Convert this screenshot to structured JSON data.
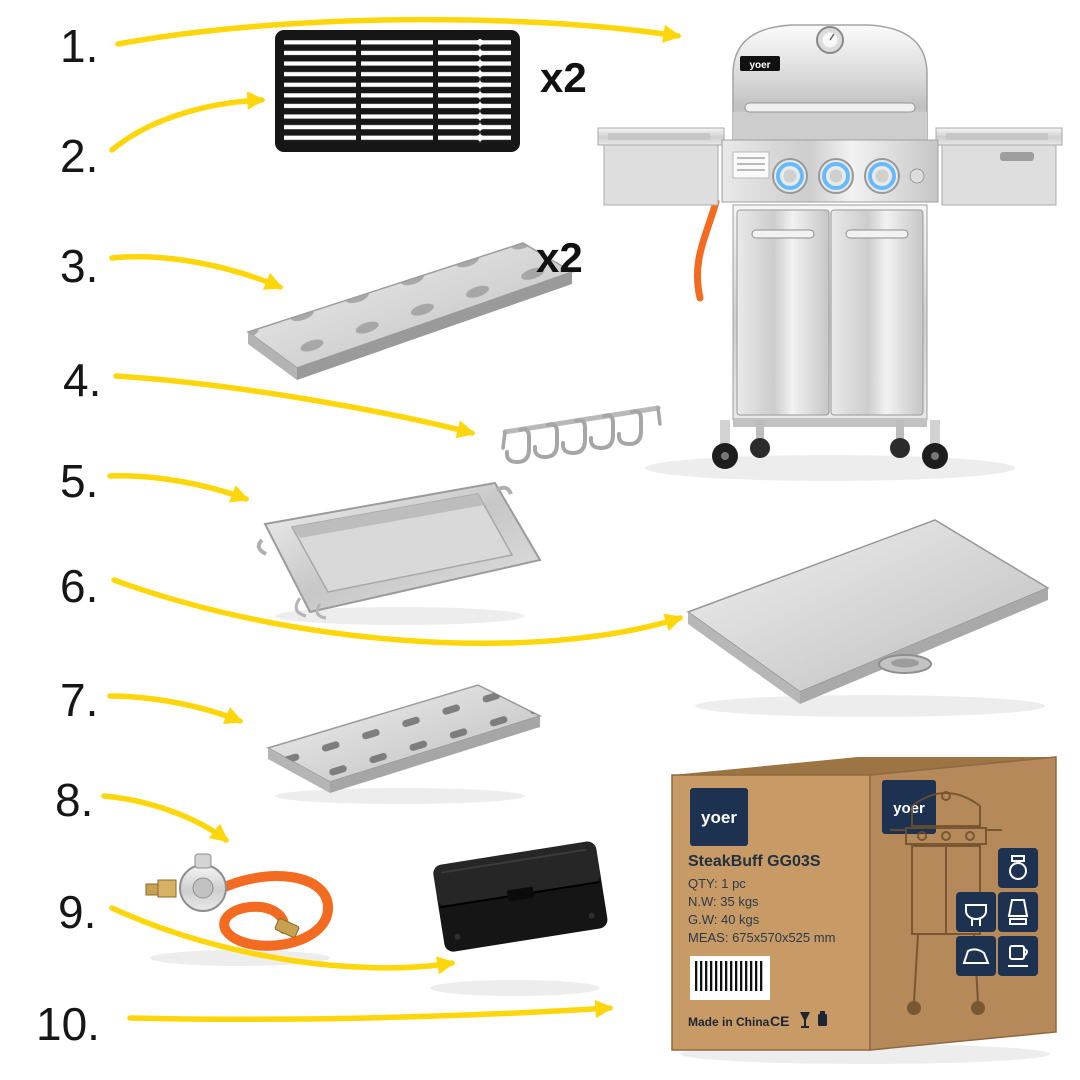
{
  "labels": {
    "n1": "1.",
    "n2": "2.",
    "n3": "3.",
    "n4": "4.",
    "n5": "5.",
    "n6": "6.",
    "n7": "7.",
    "n8": "8.",
    "n9": "9.",
    "n10": "10.",
    "x2_grate": "x2",
    "x2_heatplate": "x2"
  },
  "grill": {
    "brand": "yoer"
  },
  "box": {
    "brand": "yoer",
    "model": "SteakBuff GG03S",
    "qty": "QTY: 1 pc",
    "net_weight": "N.W: 35 kgs",
    "gross_weight": "G.W: 40 kgs",
    "meas": "MEAS: 675x570x525 mm",
    "origin": "Made in China",
    "ce": "CE"
  },
  "colors": {
    "arrow": "#FFD60A",
    "cardboard": "#C79A66",
    "cardboard_side": "#B5895A",
    "navy": "#1D3250",
    "hose_orange": "#F26B21"
  }
}
